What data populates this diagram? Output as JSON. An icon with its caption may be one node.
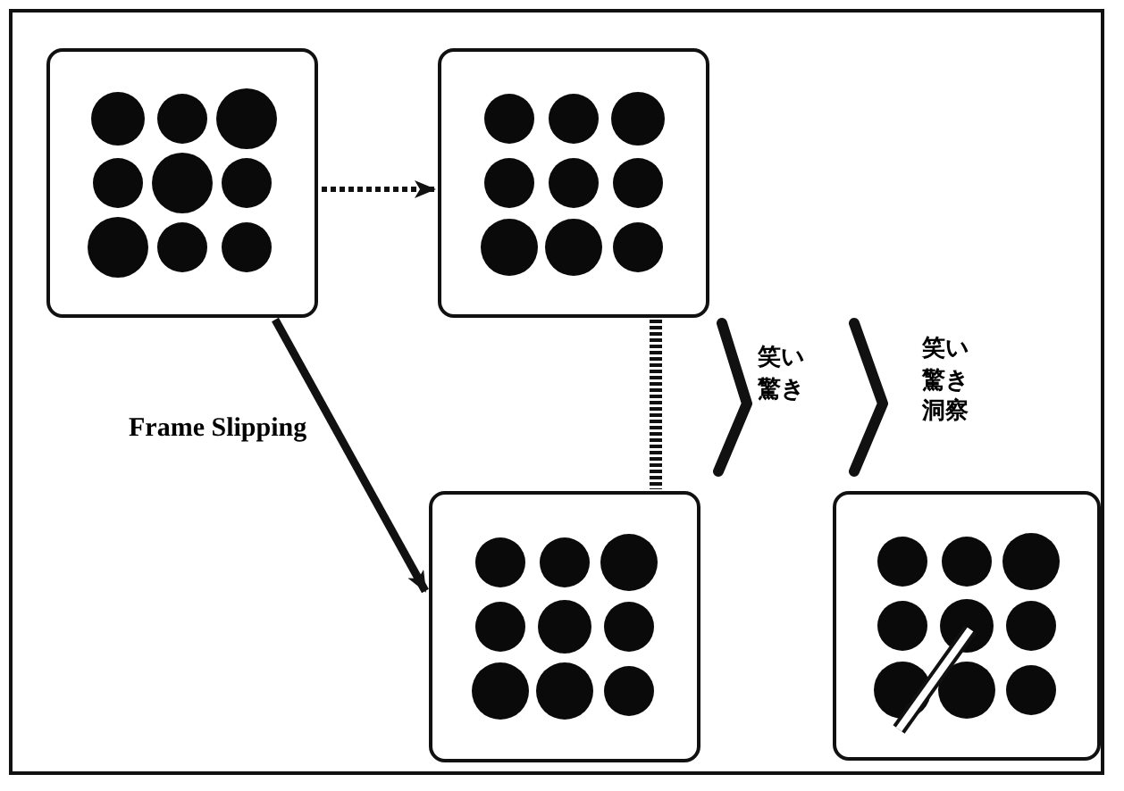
{
  "diagram": {
    "nodes": [
      {
        "text": [],
        "shape": "picture"
      },
      {
        "text": [],
        "shape": "picture"
      },
      {
        "text": [],
        "shape": "picture"
      },
      {
        "text": [],
        "shape": "picture"
      }
    ],
    "edges": [
      {
        "from": 0,
        "to": 1,
        "arrow": "to",
        "style": "dashed"
      },
      {
        "from": 0,
        "to": 2,
        "arrow": "to",
        "label": "Frame Slipping"
      },
      {
        "from": 1,
        "to": 2,
        "arrow": "none",
        "style": "dashed"
      }
    ],
    "labels": [
      "笑い驚き",
      "笑い驚き洞察"
    ]
  }
}
